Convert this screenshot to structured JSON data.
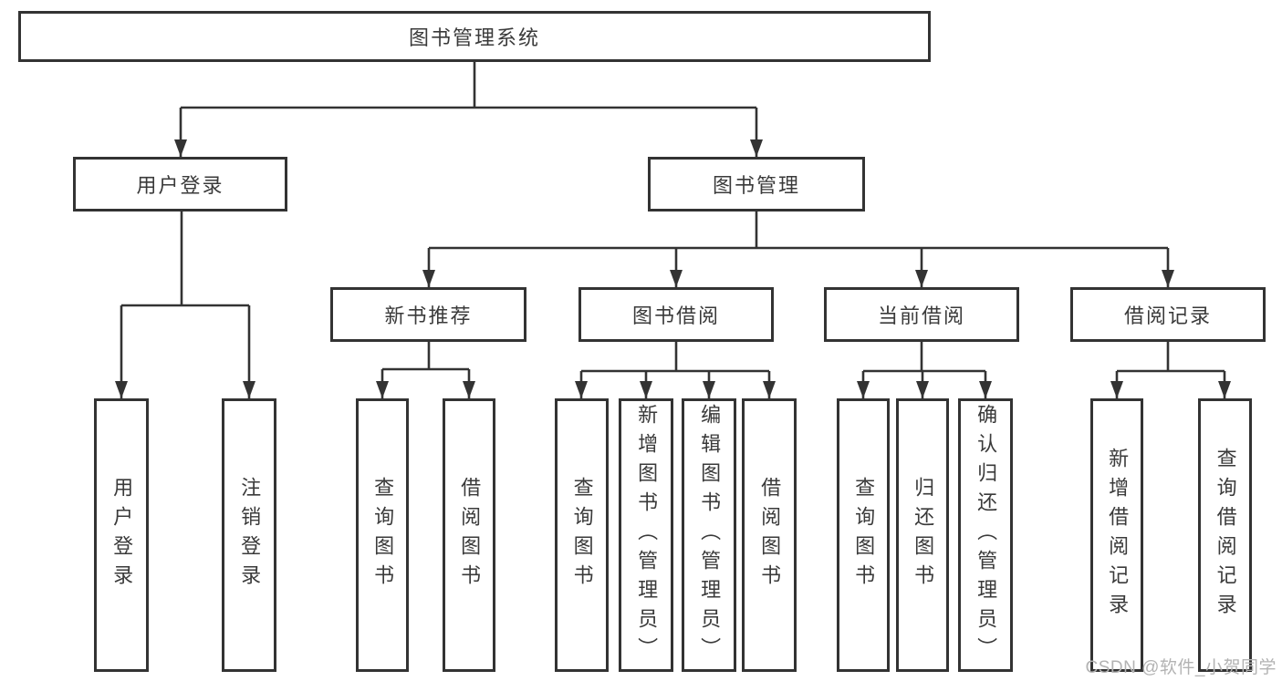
{
  "diagram": {
    "root": {
      "label": "图书管理系统"
    },
    "branches": [
      {
        "label": "用户登录",
        "children": [
          {
            "label": "用户登录"
          },
          {
            "label": "注销登录"
          }
        ]
      },
      {
        "label": "图书管理",
        "children": [
          {
            "label": "新书推荐",
            "children": [
              {
                "label": "查询图书"
              },
              {
                "label": "借阅图书"
              }
            ]
          },
          {
            "label": "图书借阅",
            "children": [
              {
                "label": "查询图书"
              },
              {
                "label": "新增图书（管理员）"
              },
              {
                "label": "编辑图书（管理员）"
              },
              {
                "label": "借阅图书"
              }
            ]
          },
          {
            "label": "当前借阅",
            "children": [
              {
                "label": "查询图书"
              },
              {
                "label": "归还图书"
              },
              {
                "label": "确认归还（管理员）"
              }
            ]
          },
          {
            "label": "借阅记录",
            "children": [
              {
                "label": "新增借阅记录"
              },
              {
                "label": "查询借阅记录"
              }
            ]
          }
        ]
      }
    ]
  },
  "watermark": {
    "text": "CSDN @软件_小贺同学"
  },
  "colors": {
    "line": "#333333",
    "box_border": "#333333",
    "box_background": "#ffffff",
    "text": "#3a3a3a",
    "background": "#ffffff",
    "watermark": "#b3b3b3"
  }
}
